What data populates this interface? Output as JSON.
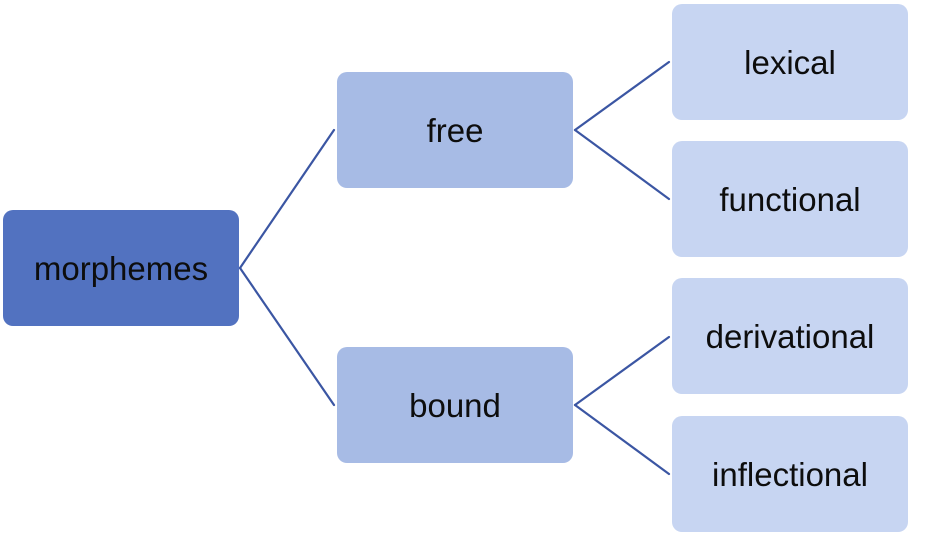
{
  "diagram": {
    "type": "tree",
    "colors": {
      "root_fill": "#5272c0",
      "branch_fill": "#a7bbe5",
      "leaf_fill": "#c7d5f2",
      "connector": "#3b56a3",
      "text": "#0d0d0d"
    },
    "root": {
      "label": "morphemes"
    },
    "branches": [
      {
        "label": "free",
        "children": [
          {
            "label": "lexical"
          },
          {
            "label": "functional"
          }
        ]
      },
      {
        "label": "bound",
        "children": [
          {
            "label": "derivational"
          },
          {
            "label": "inflectional"
          }
        ]
      }
    ]
  }
}
